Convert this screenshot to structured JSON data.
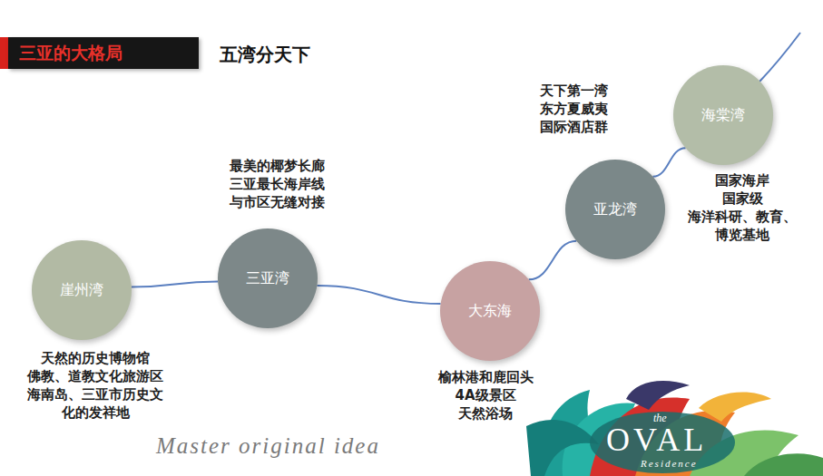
{
  "diagram": {
    "title": "三亚的大格局",
    "nodes": [
      {
        "text": [
          "崖州湾",
          "天然的历史博物馆",
          "佛教、道教文化旅游区",
          "海南岛、三亚市历史文 化的发祥地"
        ]
      },
      {
        "text": [
          "三亚湾",
          "最美的椰梦长廊",
          "三亚最长海岸线",
          "与市区无缝对接"
        ]
      },
      {
        "text": [
          "大东海",
          "榆林港和鹿回头",
          "4A级景区",
          "天然浴场"
        ]
      },
      {
        "text": [
          "亚龙湾",
          "天下第一湾",
          "东方夏威夷",
          "国际酒店群"
        ]
      },
      {
        "text": [
          "海棠湾",
          "国家海岸",
          "国家级",
          "海洋科研、教育、 博览基地"
        ]
      }
    ],
    "edges": [
      {
        "from": 0,
        "to": 1,
        "arrow": "none"
      },
      {
        "from": 1,
        "to": 2,
        "arrow": "none"
      },
      {
        "from": 2,
        "to": 3,
        "arrow": "none"
      },
      {
        "from": 3,
        "to": 4,
        "arrow": "none"
      }
    ],
    "labels": [
      "五湾分天下",
      "Master original idea",
      "the",
      "OVAL",
      "Residence"
    ]
  }
}
